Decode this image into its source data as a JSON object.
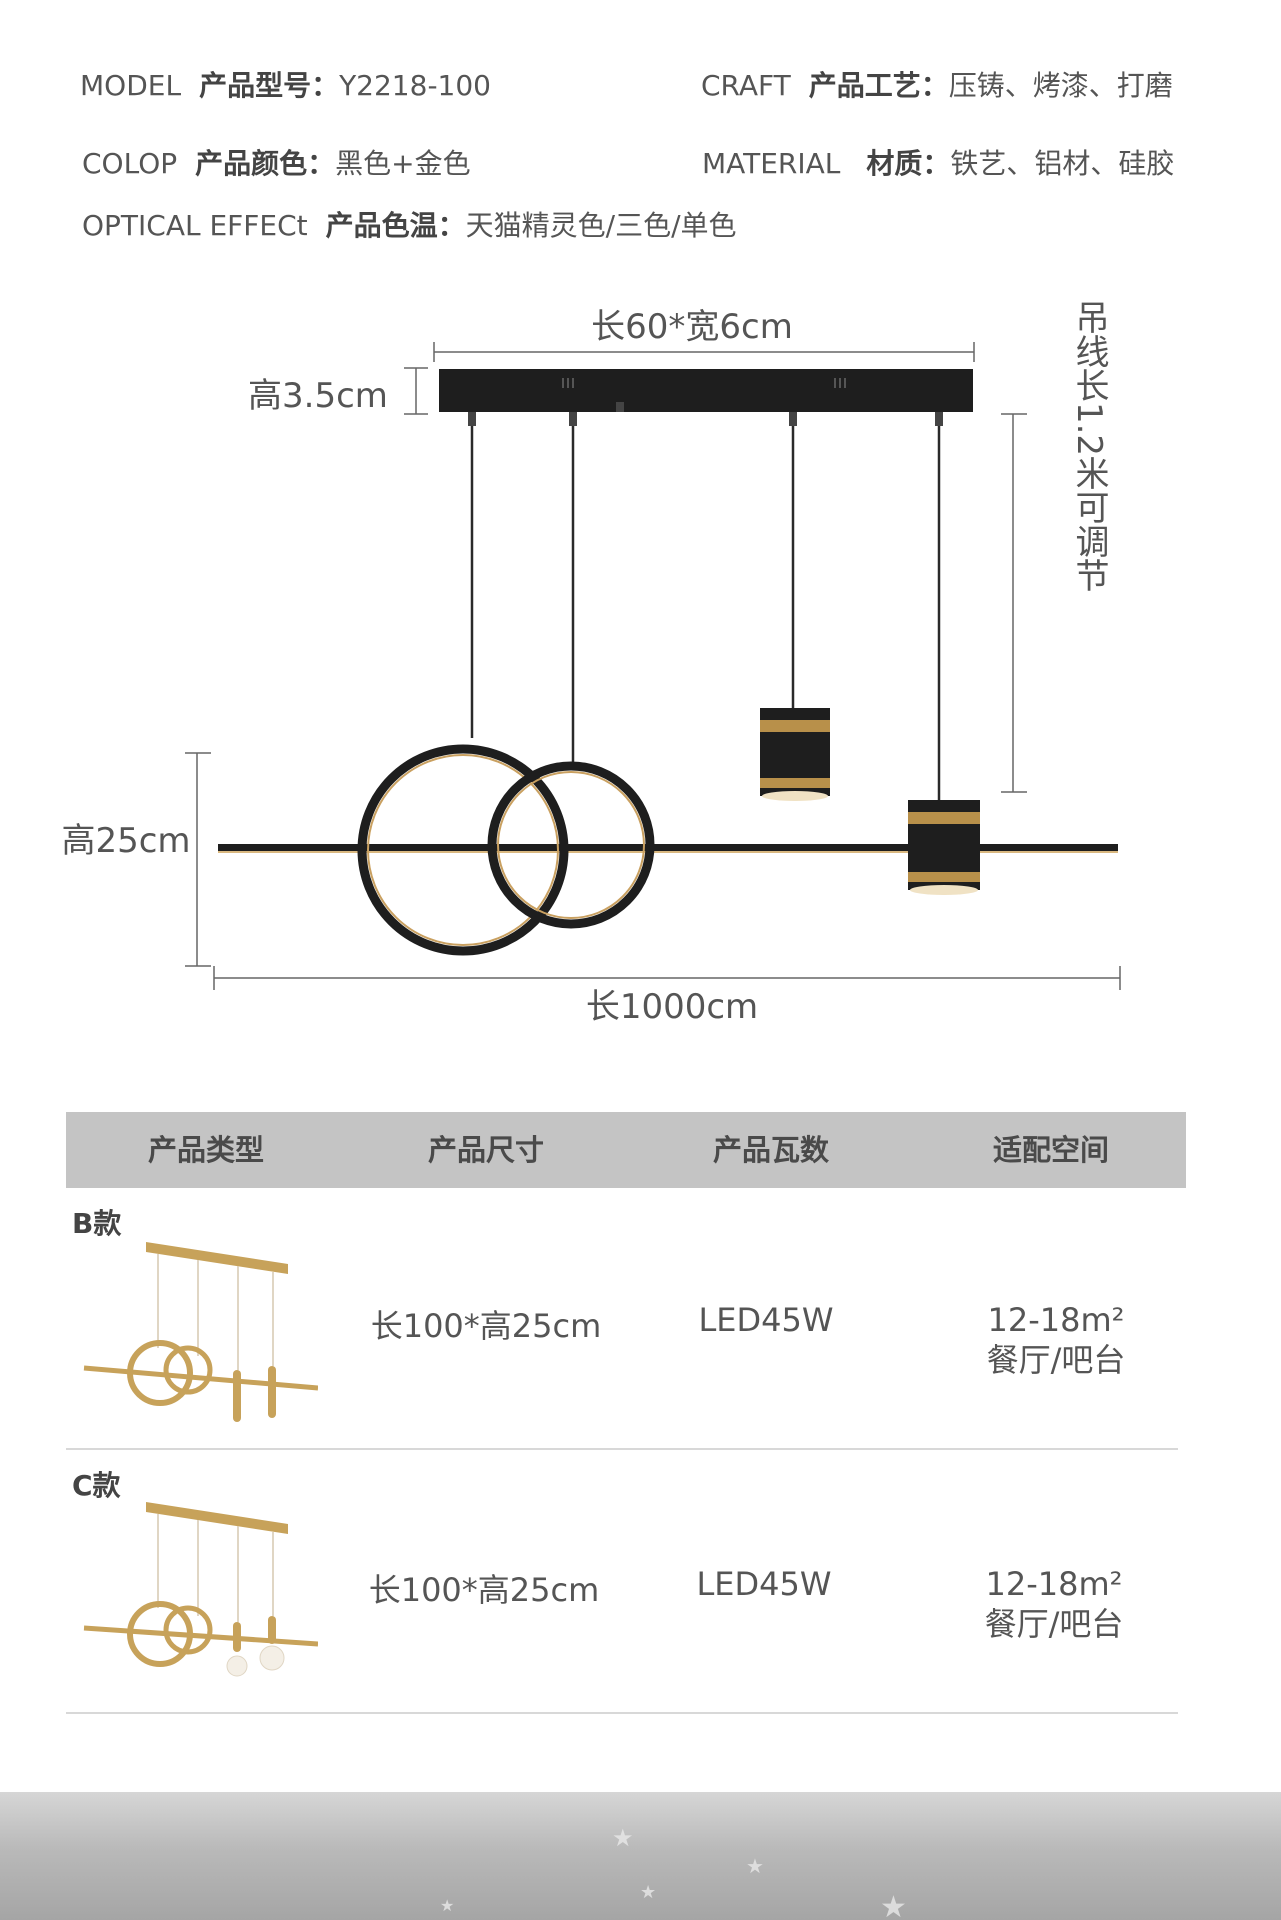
{
  "specs": {
    "model": {
      "en": "MODEL",
      "cn": "产品型号：",
      "value": "Y2218-100"
    },
    "craft": {
      "en": "CRAFT",
      "cn": "产品工艺：",
      "value": "压铸、烤漆、打磨"
    },
    "color": {
      "en": "COLOP",
      "cn": "产品颜色：",
      "value": "黑色+金色"
    },
    "material": {
      "en": "MATERIAL",
      "cn": "材质：",
      "value": "铁艺、铝材、硅胶"
    },
    "optical": {
      "en": "OPTICAL EFFECt",
      "cn": "产品色温：",
      "value": "天猫精灵色/三色/单色"
    }
  },
  "diagram": {
    "canopy_size": "长60*宽6cm",
    "canopy_height": "高3.5cm",
    "cable_length": "吊线长1.2米可调节",
    "lamp_height": "高25cm",
    "lamp_length": "长1000cm"
  },
  "table": {
    "headers": [
      "产品类型",
      "产品尺寸",
      "产品瓦数",
      "适配空间"
    ],
    "rows": [
      {
        "label": "B款",
        "size": "长100*高25cm",
        "watt": "LED45W",
        "area": "12-18m²",
        "space": "餐厅/吧台"
      },
      {
        "label": "C款",
        "size": "长100*高25cm",
        "watt": "LED45W",
        "area": "12-18m²",
        "space": "餐厅/吧台"
      }
    ]
  },
  "colors": {
    "black": "#1e1e1e",
    "gold": "#b8904a",
    "header_bg": "#c4c4c4"
  }
}
